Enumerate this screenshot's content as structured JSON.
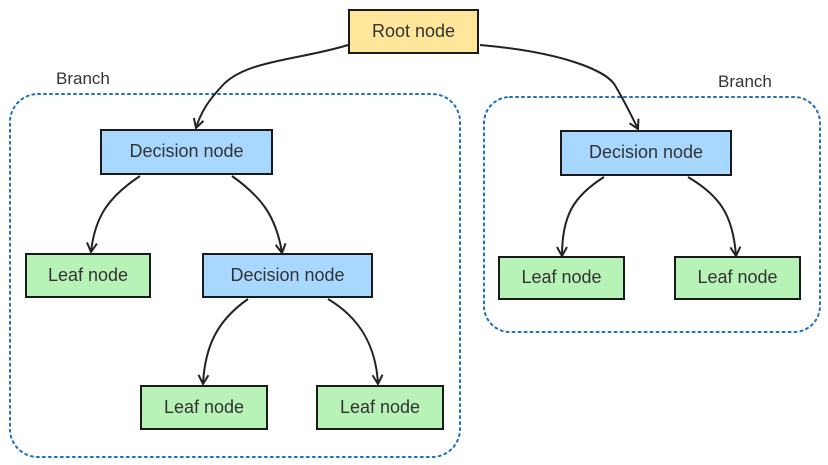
{
  "diagram": {
    "branches": [
      {
        "label": "Branch"
      },
      {
        "label": "Branch"
      }
    ],
    "nodes": {
      "root": "Root node",
      "left_decision": "Decision node",
      "right_decision": "Decision node",
      "left_leaf": "Leaf node",
      "inner_decision": "Decision node",
      "inner_leaf_left": "Leaf node",
      "inner_leaf_right": "Leaf node",
      "right_leaf_left": "Leaf node",
      "right_leaf_right": "Leaf node"
    },
    "colors": {
      "root_fill": "#ffe69a",
      "decision_fill": "#a8d8ff",
      "leaf_fill": "#b7f2b7",
      "branch_border": "#1f6fbf"
    }
  }
}
